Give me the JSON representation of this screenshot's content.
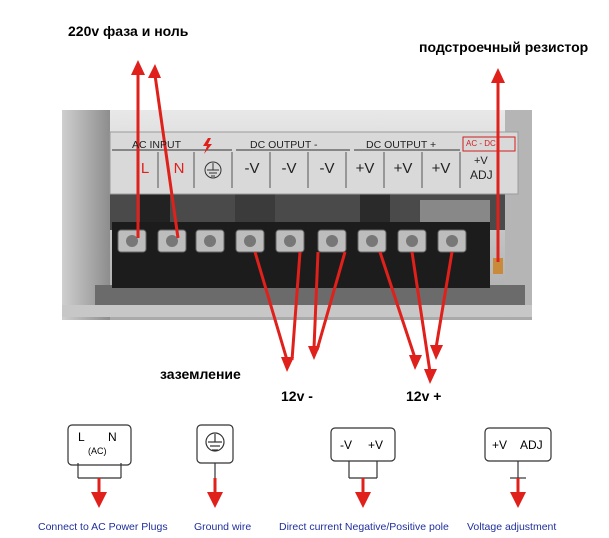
{
  "labels": {
    "phase_neutral": "220v фаза и ноль",
    "trimmer": "подстроечный резистор",
    "ground_ru": "заземление",
    "v_minus": "12v -",
    "v_plus": "12v +"
  },
  "panel": {
    "ac_input": "AC INPUT",
    "dc_output_minus": "DC OUTPUT  -",
    "dc_output_plus": "DC OUTPUT  +",
    "ac_dc_badge": "AC - DC",
    "terminals": [
      "L",
      "N",
      "",
      "-V",
      "-V",
      "-V",
      "+V",
      "+V",
      "+V"
    ],
    "adj_top": "+V",
    "adj_bottom": "ADJ"
  },
  "symbols": {
    "ac_L": "L",
    "ac_N": "N",
    "ac_sub": "(AC)",
    "dc_minus": "-V",
    "dc_plus": "+V",
    "adj_plus": "+V",
    "adj_text": "ADJ"
  },
  "legend": {
    "ac": "Connect to AC Power Plugs",
    "ground": "Ground wire",
    "dc": "Direct current Negative/Positive pole",
    "adj": "Voltage adjustment"
  },
  "colors": {
    "arrow": "#e0201b",
    "legend_text": "#1f2f9c",
    "panel": "#d9d9d9",
    "terminal_block": "#1c1c1c"
  }
}
